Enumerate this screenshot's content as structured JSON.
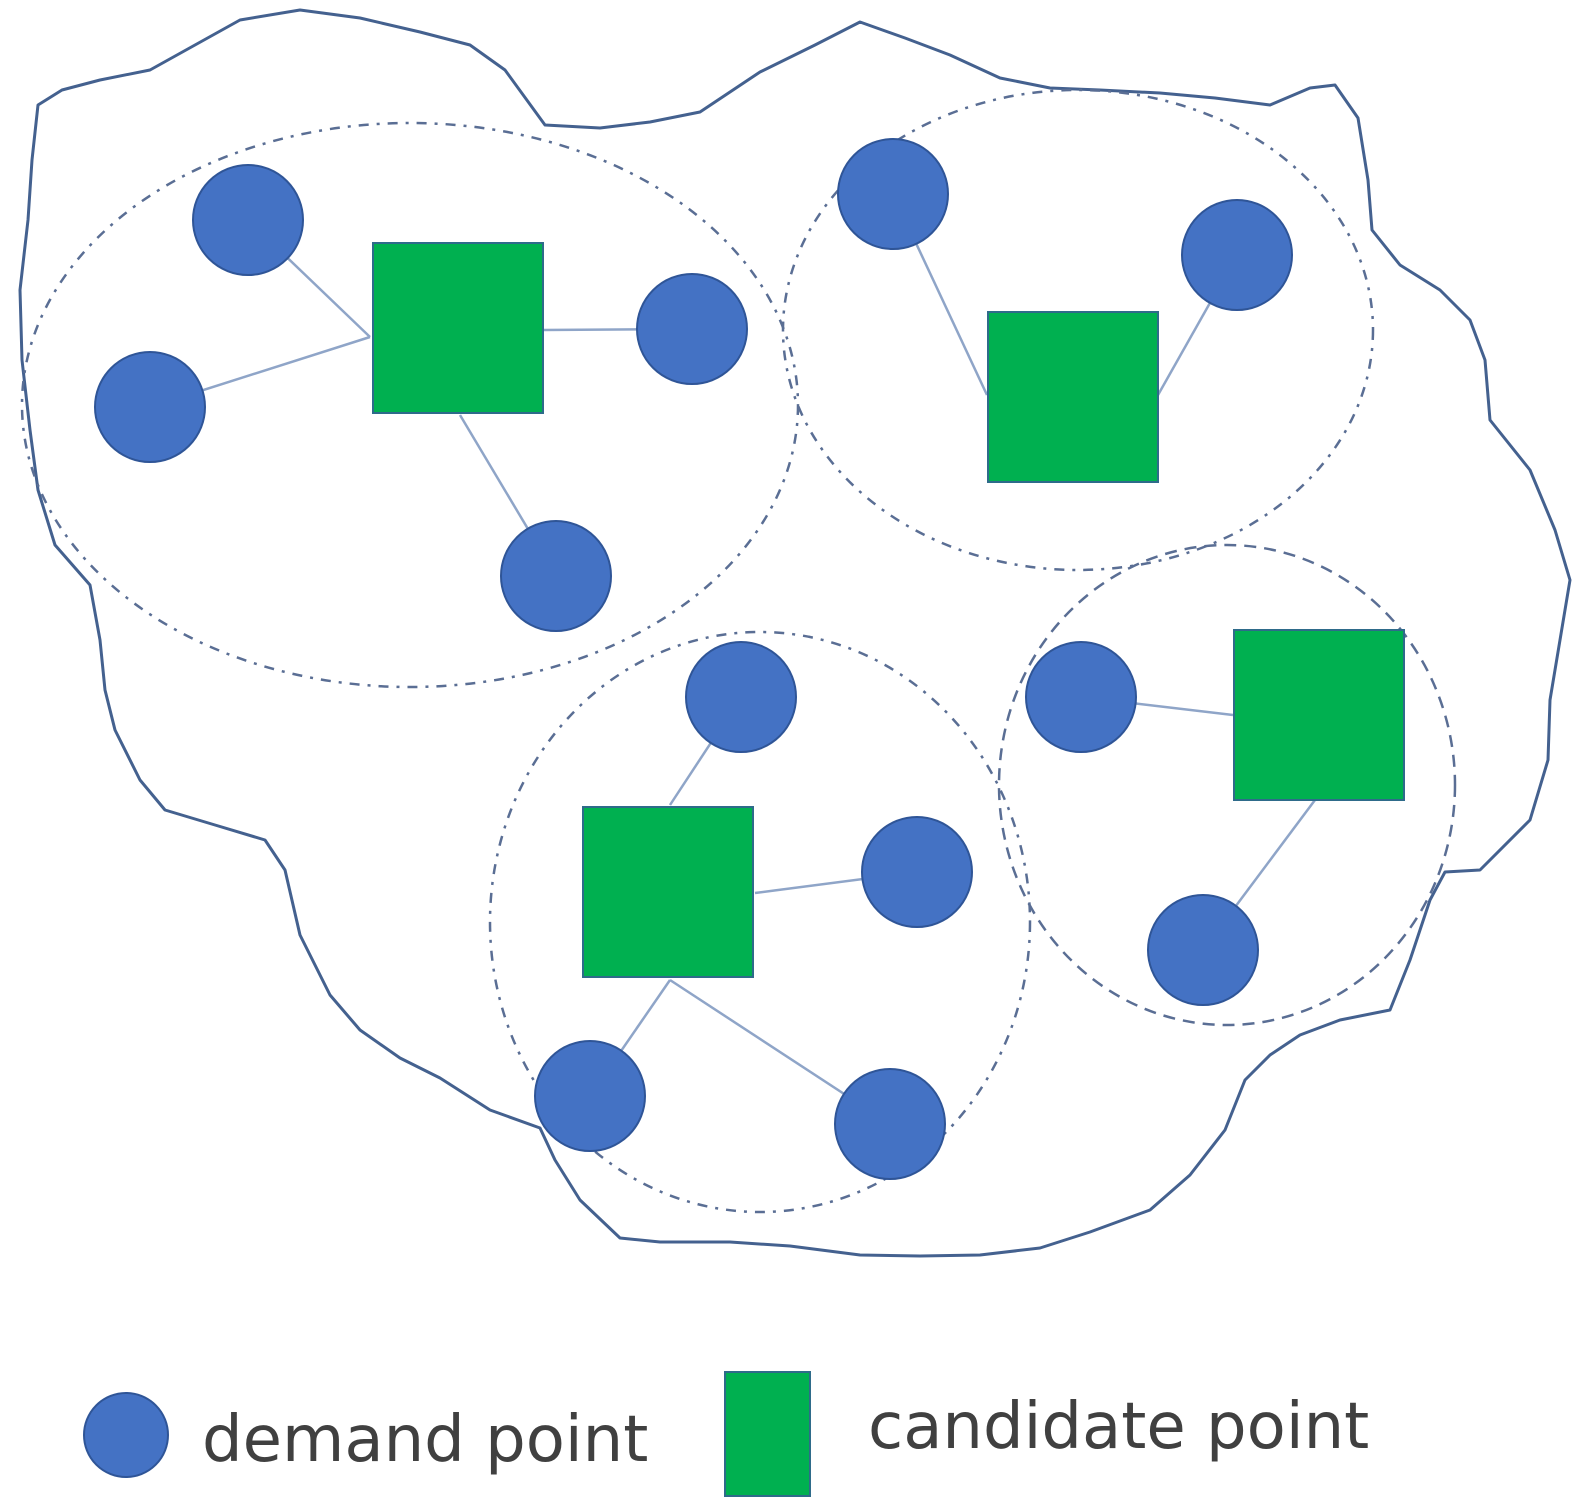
{
  "colors": {
    "demand": "#4472C4",
    "demand_stroke": "#2F5597",
    "candidate": "#00B050",
    "candidate_stroke": "#2E6B8A",
    "boundary": "#44618F",
    "edge": "#8FA5C8",
    "cluster_border": "#5A6E94",
    "text": "#404040"
  },
  "icons": {
    "demand": "circle",
    "candidate": "square"
  },
  "legend": {
    "demand_label": "demand point",
    "candidate_label": "candidate point"
  }
}
